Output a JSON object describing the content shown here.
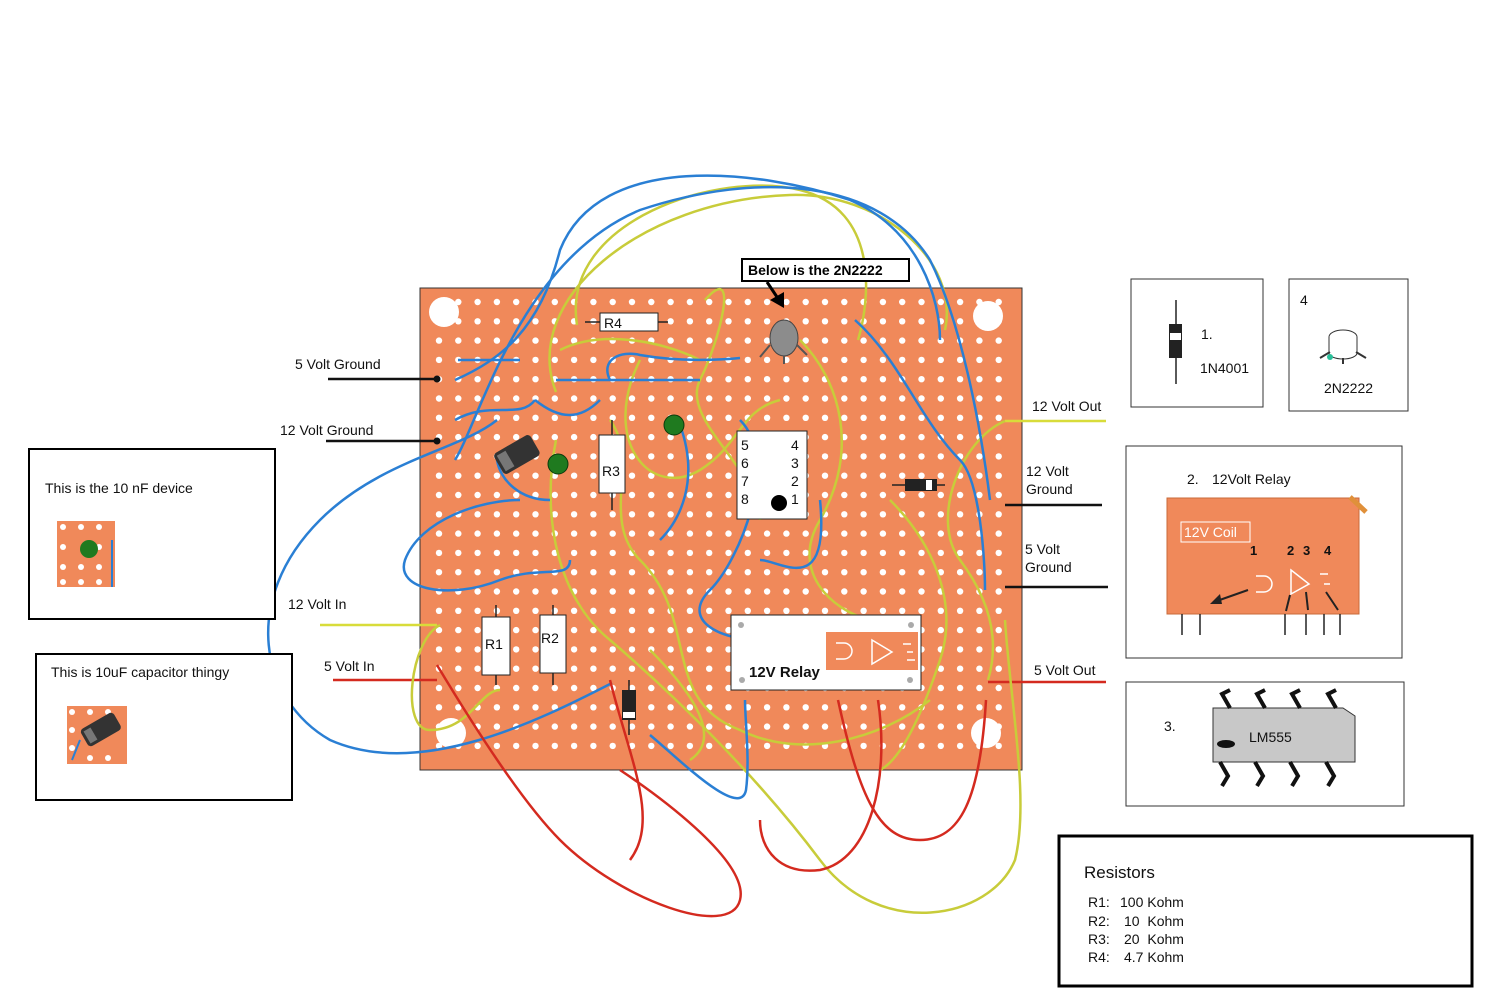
{
  "labels": {
    "ground5_left": "5 Volt Ground",
    "ground12_left": "12 Volt Ground",
    "in12": "12 Volt In",
    "in5": "5 Volt In",
    "out12": "12 Volt Out",
    "ground12_right_1": "12 Volt",
    "ground12_right_2": "Ground",
    "ground5_right_1": "5 Volt",
    "ground5_right_2": "Ground",
    "out5": "5 Volt Out",
    "callout_2n2222": "Below is the 2N2222"
  },
  "board_parts": {
    "r1": "R1",
    "r2": "R2",
    "r3": "R3",
    "r4": "R4",
    "ic_pins_left": [
      "5",
      "6",
      "7",
      "8"
    ],
    "ic_pins_right": [
      "4",
      "3",
      "2",
      "1"
    ],
    "relay": "12V Relay"
  },
  "info_boxes": {
    "nf_device": "This is the 10 nF device",
    "uf_cap": "This is 10uF capacitor thingy"
  },
  "legend": {
    "diode_num": "1.",
    "diode_name": "1N4001",
    "transistor_num": "4",
    "transistor_name": "2N2222",
    "relay_num": "2.",
    "relay_title": "12Volt Relay",
    "relay_coil": "12V Coil",
    "relay_pins": [
      "1",
      "2",
      "3",
      "4"
    ],
    "ic_num": "3.",
    "ic_name": "LM555"
  },
  "resistors": {
    "title": "Resistors",
    "rows": [
      {
        "name": "R1:",
        "value": "100 Kohm"
      },
      {
        "name": "R2:",
        "value": "10  Kohm"
      },
      {
        "name": "R3:",
        "value": "20  Kohm"
      },
      {
        "name": "R4:",
        "value": "4.7 Kohm"
      }
    ]
  },
  "colors": {
    "board": "#f0895a",
    "hole": "#ffffff",
    "wire_blue": "#2a7fd4",
    "wire_yellow": "#c8cc3a",
    "wire_red": "#d42a1f",
    "wire_black": "#111111",
    "capacitor_green": "#1f7a1f"
  }
}
